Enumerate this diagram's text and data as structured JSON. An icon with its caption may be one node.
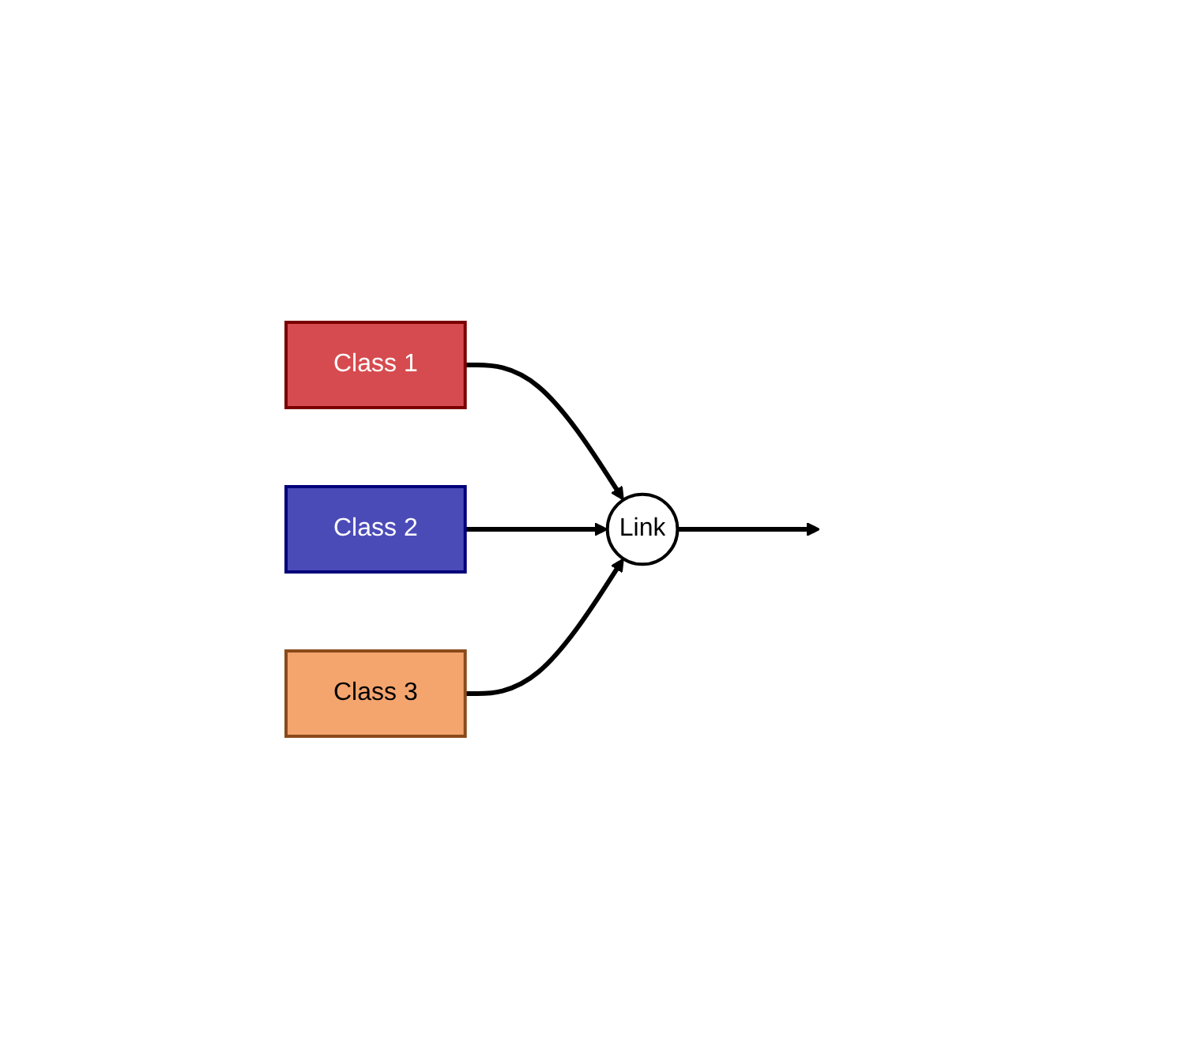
{
  "diagram": {
    "nodes": [
      {
        "text": [
          "Class 1"
        ]
      },
      {
        "text": [
          "Class 2"
        ]
      },
      {
        "text": [
          "Class 3"
        ]
      },
      {
        "text": [
          "Link"
        ]
      }
    ],
    "edges": [
      {
        "from": 0,
        "to": 3,
        "arrow": "to"
      },
      {
        "from": 1,
        "to": 3,
        "arrow": "to"
      },
      {
        "from": 2,
        "to": 3,
        "arrow": "to"
      },
      {
        "from": 3,
        "to": null,
        "arrow": "to"
      }
    ]
  }
}
